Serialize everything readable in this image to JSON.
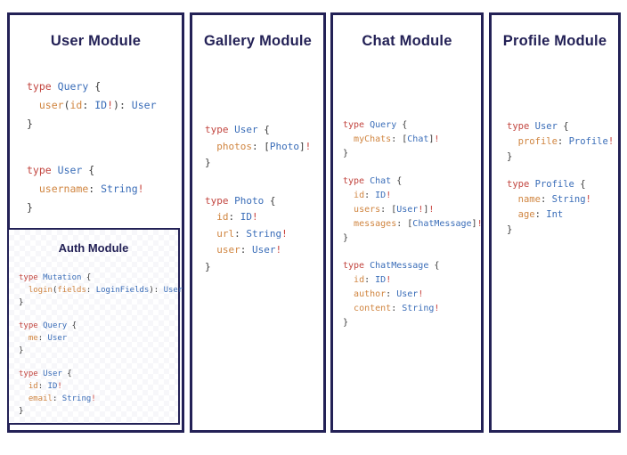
{
  "colors": {
    "navy": "#232156",
    "keyword": "#c2453f",
    "type": "#3a6db8",
    "field": "#d08540",
    "punct": "#3b3b3b",
    "bang": "#c8423c"
  },
  "modules": [
    {
      "id": "user",
      "title": "User Module",
      "blocks": [
        [
          [
            [
              "type",
              "k"
            ],
            [
              " ",
              "p"
            ],
            [
              "Query",
              "t"
            ],
            [
              " {",
              "p"
            ]
          ],
          [
            [
              "  ",
              "p"
            ],
            [
              "user",
              "f"
            ],
            [
              "(",
              "p"
            ],
            [
              "id",
              "f"
            ],
            [
              ": ",
              "p"
            ],
            [
              "ID",
              "t"
            ],
            [
              "!",
              "b"
            ],
            [
              "): ",
              "p"
            ],
            [
              "User",
              "t"
            ]
          ],
          [
            [
              "}",
              "p"
            ]
          ]
        ],
        [
          [
            [
              "type",
              "k"
            ],
            [
              " ",
              "p"
            ],
            [
              "User",
              "t"
            ],
            [
              " {",
              "p"
            ]
          ],
          [
            [
              "  ",
              "p"
            ],
            [
              "username",
              "f"
            ],
            [
              ": ",
              "p"
            ],
            [
              "String",
              "t"
            ],
            [
              "!",
              "b"
            ]
          ],
          [
            [
              "}",
              "p"
            ]
          ]
        ]
      ]
    },
    {
      "id": "gallery",
      "title": "Gallery Module",
      "blocks": [
        [
          [
            [
              "type",
              "k"
            ],
            [
              " ",
              "p"
            ],
            [
              "User",
              "t"
            ],
            [
              " {",
              "p"
            ]
          ],
          [
            [
              "  ",
              "p"
            ],
            [
              "photos",
              "f"
            ],
            [
              ": ",
              "p"
            ],
            [
              "[",
              "p"
            ],
            [
              "Photo",
              "t"
            ],
            [
              "]",
              "p"
            ],
            [
              "!",
              "b"
            ]
          ],
          [
            [
              "}",
              "p"
            ]
          ]
        ],
        [
          [
            [
              "type",
              "k"
            ],
            [
              " ",
              "p"
            ],
            [
              "Photo",
              "t"
            ],
            [
              " {",
              "p"
            ]
          ],
          [
            [
              "  ",
              "p"
            ],
            [
              "id",
              "f"
            ],
            [
              ": ",
              "p"
            ],
            [
              "ID",
              "t"
            ],
            [
              "!",
              "b"
            ]
          ],
          [
            [
              "  ",
              "p"
            ],
            [
              "url",
              "f"
            ],
            [
              ": ",
              "p"
            ],
            [
              "String",
              "t"
            ],
            [
              "!",
              "b"
            ]
          ],
          [
            [
              "  ",
              "p"
            ],
            [
              "user",
              "f"
            ],
            [
              ": ",
              "p"
            ],
            [
              "User",
              "t"
            ],
            [
              "!",
              "b"
            ]
          ],
          [
            [
              "}",
              "p"
            ]
          ]
        ]
      ]
    },
    {
      "id": "chat",
      "title": "Chat Module",
      "blocks": [
        [
          [
            [
              "type",
              "k"
            ],
            [
              " ",
              "p"
            ],
            [
              "Query",
              "t"
            ],
            [
              " {",
              "p"
            ]
          ],
          [
            [
              "  ",
              "p"
            ],
            [
              "myChats",
              "f"
            ],
            [
              ": ",
              "p"
            ],
            [
              "[",
              "p"
            ],
            [
              "Chat",
              "t"
            ],
            [
              "]",
              "p"
            ],
            [
              "!",
              "b"
            ]
          ],
          [
            [
              "}",
              "p"
            ]
          ]
        ],
        [
          [
            [
              "type",
              "k"
            ],
            [
              " ",
              "p"
            ],
            [
              "Chat",
              "t"
            ],
            [
              " {",
              "p"
            ]
          ],
          [
            [
              "  ",
              "p"
            ],
            [
              "id",
              "f"
            ],
            [
              ": ",
              "p"
            ],
            [
              "ID",
              "t"
            ],
            [
              "!",
              "b"
            ]
          ],
          [
            [
              "  ",
              "p"
            ],
            [
              "users",
              "f"
            ],
            [
              ": ",
              "p"
            ],
            [
              "[",
              "p"
            ],
            [
              "User",
              "t"
            ],
            [
              "!",
              "b"
            ],
            [
              "]",
              "p"
            ],
            [
              "!",
              "b"
            ]
          ],
          [
            [
              "  ",
              "p"
            ],
            [
              "messages",
              "f"
            ],
            [
              ": ",
              "p"
            ],
            [
              "[",
              "p"
            ],
            [
              "ChatMessage",
              "t"
            ],
            [
              "]",
              "p"
            ],
            [
              "!",
              "b"
            ]
          ],
          [
            [
              "}",
              "p"
            ]
          ]
        ],
        [
          [
            [
              "type",
              "k"
            ],
            [
              " ",
              "p"
            ],
            [
              "ChatMessage",
              "t"
            ],
            [
              " {",
              "p"
            ]
          ],
          [
            [
              "  ",
              "p"
            ],
            [
              "id",
              "f"
            ],
            [
              ": ",
              "p"
            ],
            [
              "ID",
              "t"
            ],
            [
              "!",
              "b"
            ]
          ],
          [
            [
              "  ",
              "p"
            ],
            [
              "author",
              "f"
            ],
            [
              ": ",
              "p"
            ],
            [
              "User",
              "t"
            ],
            [
              "!",
              "b"
            ]
          ],
          [
            [
              "  ",
              "p"
            ],
            [
              "content",
              "f"
            ],
            [
              ": ",
              "p"
            ],
            [
              "String",
              "t"
            ],
            [
              "!",
              "b"
            ]
          ],
          [
            [
              "}",
              "p"
            ]
          ]
        ]
      ]
    },
    {
      "id": "profile",
      "title": "Profile Module",
      "blocks": [
        [
          [
            [
              "type",
              "k"
            ],
            [
              " ",
              "p"
            ],
            [
              "User",
              "t"
            ],
            [
              " {",
              "p"
            ]
          ],
          [
            [
              "  ",
              "p"
            ],
            [
              "profile",
              "f"
            ],
            [
              ": ",
              "p"
            ],
            [
              "Profile",
              "t"
            ],
            [
              "!",
              "b"
            ]
          ],
          [
            [
              "}",
              "p"
            ]
          ]
        ],
        [
          [
            [
              "type",
              "k"
            ],
            [
              " ",
              "p"
            ],
            [
              "Profile",
              "t"
            ],
            [
              " {",
              "p"
            ]
          ],
          [
            [
              "  ",
              "p"
            ],
            [
              "name",
              "f"
            ],
            [
              ": ",
              "p"
            ],
            [
              "String",
              "t"
            ],
            [
              "!",
              "b"
            ]
          ],
          [
            [
              "  ",
              "p"
            ],
            [
              "age",
              "f"
            ],
            [
              ": ",
              "p"
            ],
            [
              "Int",
              "t"
            ]
          ],
          [
            [
              "}",
              "p"
            ]
          ]
        ]
      ]
    },
    {
      "id": "auth",
      "title": "Auth Module",
      "blocks": [
        [
          [
            [
              "type",
              "k"
            ],
            [
              " ",
              "p"
            ],
            [
              "Mutation",
              "t"
            ],
            [
              " {",
              "p"
            ]
          ],
          [
            [
              "  ",
              "p"
            ],
            [
              "login",
              "f"
            ],
            [
              "(",
              "p"
            ],
            [
              "fields",
              "f"
            ],
            [
              ": ",
              "p"
            ],
            [
              "LoginFields",
              "t"
            ],
            [
              "): ",
              "p"
            ],
            [
              "User",
              "t"
            ]
          ],
          [
            [
              "}",
              "p"
            ]
          ]
        ],
        [
          [
            [
              "type",
              "k"
            ],
            [
              " ",
              "p"
            ],
            [
              "Query",
              "t"
            ],
            [
              " {",
              "p"
            ]
          ],
          [
            [
              "  ",
              "p"
            ],
            [
              "me",
              "f"
            ],
            [
              ": ",
              "p"
            ],
            [
              "User",
              "t"
            ]
          ],
          [
            [
              "}",
              "p"
            ]
          ]
        ],
        [
          [
            [
              "type",
              "k"
            ],
            [
              " ",
              "p"
            ],
            [
              "User",
              "t"
            ],
            [
              " {",
              "p"
            ]
          ],
          [
            [
              "  ",
              "p"
            ],
            [
              "id",
              "f"
            ],
            [
              ": ",
              "p"
            ],
            [
              "ID",
              "t"
            ],
            [
              "!",
              "b"
            ]
          ],
          [
            [
              "  ",
              "p"
            ],
            [
              "email",
              "f"
            ],
            [
              ": ",
              "p"
            ],
            [
              "String",
              "t"
            ],
            [
              "!",
              "b"
            ]
          ],
          [
            [
              "}",
              "p"
            ]
          ]
        ]
      ]
    }
  ]
}
